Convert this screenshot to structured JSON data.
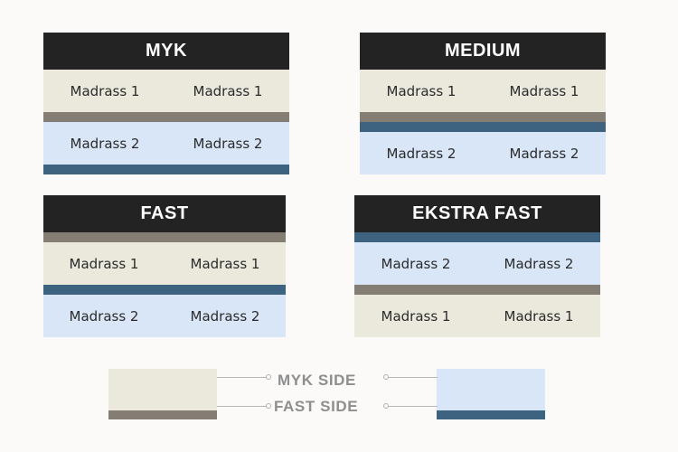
{
  "background_color": "#fbfaf9",
  "palette": {
    "header_bg": "#232323",
    "header_text": "#ffffff",
    "myk_layer": "#ebe8dc",
    "fast_layer": "#d8e6f7",
    "gray_strip": "#837d74",
    "blue_strip": "#3d6380",
    "legend_text": "#8e8e8e",
    "lead_line": "#b6b6b6"
  },
  "cards": [
    {
      "id": "myk",
      "title": "MYK",
      "layers": [
        {
          "kind": "layer",
          "side": "myk",
          "left": "Madrass 1",
          "right": "Madrass 1"
        },
        {
          "kind": "strip",
          "color": "gray"
        },
        {
          "kind": "layer",
          "side": "fast",
          "left": "Madrass 2",
          "right": "Madrass 2"
        },
        {
          "kind": "strip",
          "color": "blue"
        }
      ]
    },
    {
      "id": "medium",
      "title": "MEDIUM",
      "layers": [
        {
          "kind": "layer",
          "side": "myk",
          "left": "Madrass 1",
          "right": "Madrass 1"
        },
        {
          "kind": "strip",
          "color": "gray"
        },
        {
          "kind": "strip",
          "color": "blue"
        },
        {
          "kind": "layer",
          "side": "fast",
          "left": "Madrass 2",
          "right": "Madrass 2"
        }
      ]
    },
    {
      "id": "fast",
      "title": "FAST",
      "layers": [
        {
          "kind": "strip",
          "color": "gray"
        },
        {
          "kind": "layer",
          "side": "myk",
          "left": "Madrass 1",
          "right": "Madrass 1"
        },
        {
          "kind": "strip",
          "color": "blue"
        },
        {
          "kind": "layer",
          "side": "fast",
          "left": "Madrass 2",
          "right": "Madrass 2"
        }
      ]
    },
    {
      "id": "ekstra-fast",
      "title": "EKSTRA FAST",
      "layers": [
        {
          "kind": "strip",
          "color": "blue"
        },
        {
          "kind": "layer",
          "side": "fast",
          "left": "Madrass 2",
          "right": "Madrass 2"
        },
        {
          "kind": "strip",
          "color": "gray"
        },
        {
          "kind": "layer",
          "side": "myk",
          "left": "Madrass 1",
          "right": "Madrass 1"
        }
      ]
    }
  ],
  "legend": {
    "myk_side_label": "MYK SIDE",
    "fast_side_label": "FAST SIDE",
    "left_swatch": {
      "body_color": "#ebe8dc",
      "foot_color": "#837d74"
    },
    "right_swatch": {
      "body_color": "#d8e6f7",
      "foot_color": "#3d6380"
    }
  }
}
